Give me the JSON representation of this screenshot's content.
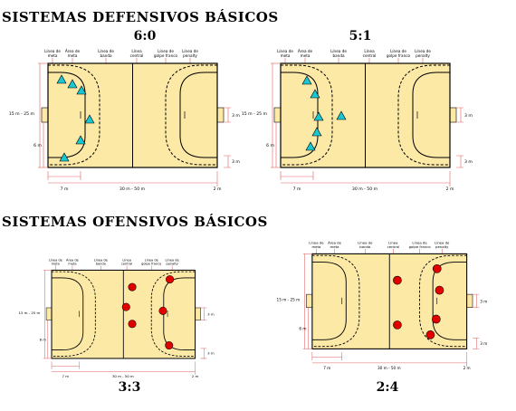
{
  "headings": {
    "defensive": "SISTEMAS DEFENSIVOS BÁSICOS",
    "offensive": "SISTEMAS OFENSIVOS BÁSICOS"
  },
  "court_labels": {
    "linea_meta_1": "Línea de",
    "linea_meta_2": "meta",
    "area_meta_1": "Área de",
    "area_meta_2": "meta",
    "linea_banda_1": "Línea de",
    "linea_banda_2": "banda",
    "linea_central_1": "Línea",
    "linea_central_2": "central",
    "golpe_franco_1": "Línea de",
    "golpe_franco_2": "golpe franco",
    "penalty_1": "Línea de",
    "penalty_2": "penalty",
    "width_dim": "15 m - 25 m",
    "six_m": "6 m",
    "seven_m": "7 m",
    "length_dim": "30 m - 50 m",
    "two_m": "2 m",
    "three_m": "3 m"
  },
  "diagrams": [
    {
      "id": "def-6-0",
      "label": "6:0"
    },
    {
      "id": "def-5-1",
      "label": "5:1"
    },
    {
      "id": "off-3-3",
      "label": "3:3"
    },
    {
      "id": "off-2-4",
      "label": "2:4"
    }
  ],
  "colors": {
    "court_fill": "#fce9a6",
    "court_line": "#000000",
    "dim_line": "#e06060",
    "defender": "#19c7d2",
    "attacker": "#e00000"
  },
  "markers": {
    "def-6-0": {
      "shape": "triangle",
      "count": 6
    },
    "def-5-1": {
      "shape": "triangle",
      "count": 6
    },
    "off-3-3": {
      "shape": "circle",
      "count": 6
    },
    "off-2-4": {
      "shape": "circle",
      "count": 6
    }
  }
}
